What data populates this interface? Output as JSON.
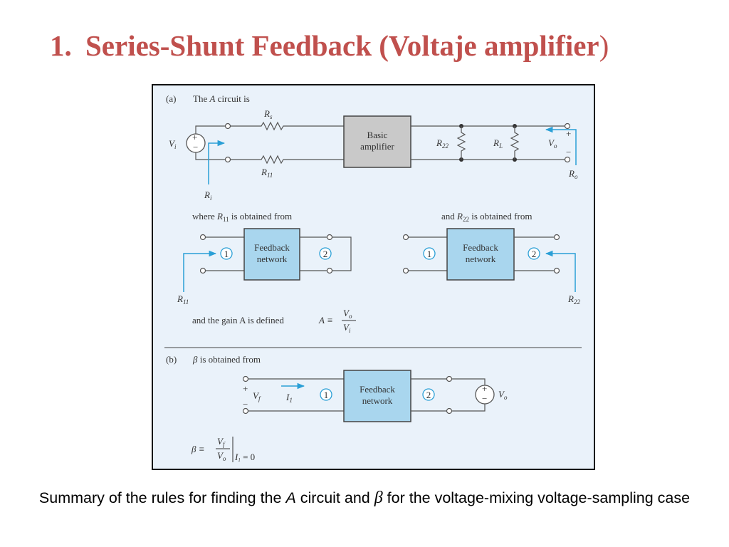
{
  "slide": {
    "title_number": "1.",
    "title_main": "Series-Shunt Feedback (Voltaje amplifier",
    "title_close": ")",
    "caption_part1": "Summary of the rules for finding the ",
    "caption_A": "A",
    "caption_part2": " circuit and ",
    "caption_beta": "β",
    "caption_part3": " for the voltage-mixing voltage-sampling case"
  },
  "diagram": {
    "part_a": {
      "label": "(a)",
      "heading_pre": "The ",
      "heading_A": "A",
      "heading_post": " circuit is",
      "basic_amplifier_line1": "Basic",
      "basic_amplifier_line2": "amplifier",
      "Rs": "R",
      "Rs_sub": "s",
      "R11": "R",
      "R11_sub": "11",
      "R22": "R",
      "R22_sub": "22",
      "RL": "R",
      "RL_sub": "L",
      "Vi": "V",
      "Vi_sub": "i",
      "Ri": "R",
      "Ri_sub": "i",
      "Vo": "V",
      "Vo_sub": "o",
      "Ro": "R",
      "Ro_sub": "o",
      "plus": "+",
      "minus": "−",
      "where_R11_pre": "where ",
      "where_R11_R": "R",
      "where_R11_sub": "11",
      "where_R11_post": " is obtained from",
      "and_R22_pre": "and ",
      "and_R22_R": "R",
      "and_R22_sub": "22",
      "and_R22_post": " is obtained from",
      "feedback_line1": "Feedback",
      "feedback_line2": "network",
      "port1": "1",
      "port2": "2",
      "gain_text": "and the gain A is defined",
      "gain_lhs": "A ≡",
      "gain_num": "V",
      "gain_num_sub": "o",
      "gain_den": "V",
      "gain_den_sub": "i"
    },
    "part_b": {
      "label": "(b)",
      "beta_sym": "β",
      "heading_post": " is obtained from",
      "Vf": "V",
      "Vf_sub": "f",
      "I1": "I",
      "I1_sub": "1",
      "Vo": "V",
      "Vo_sub": "o",
      "plus": "+",
      "minus": "−",
      "feedback_line1": "Feedback",
      "feedback_line2": "network",
      "port1": "1",
      "port2": "2",
      "beta_lhs": "β ≡",
      "beta_num": "V",
      "beta_num_sub": "f",
      "beta_den": "V",
      "beta_den_sub": "o",
      "cond": "I",
      "cond_sub": "1",
      "cond_post": " = 0"
    }
  },
  "colors": {
    "title": "#c0504d",
    "figure_bg": "#eaf2fa",
    "feedback_box": "#a9d6ee",
    "amplifier_box": "#c9c9c9",
    "arrows": "#2a9fd6"
  }
}
